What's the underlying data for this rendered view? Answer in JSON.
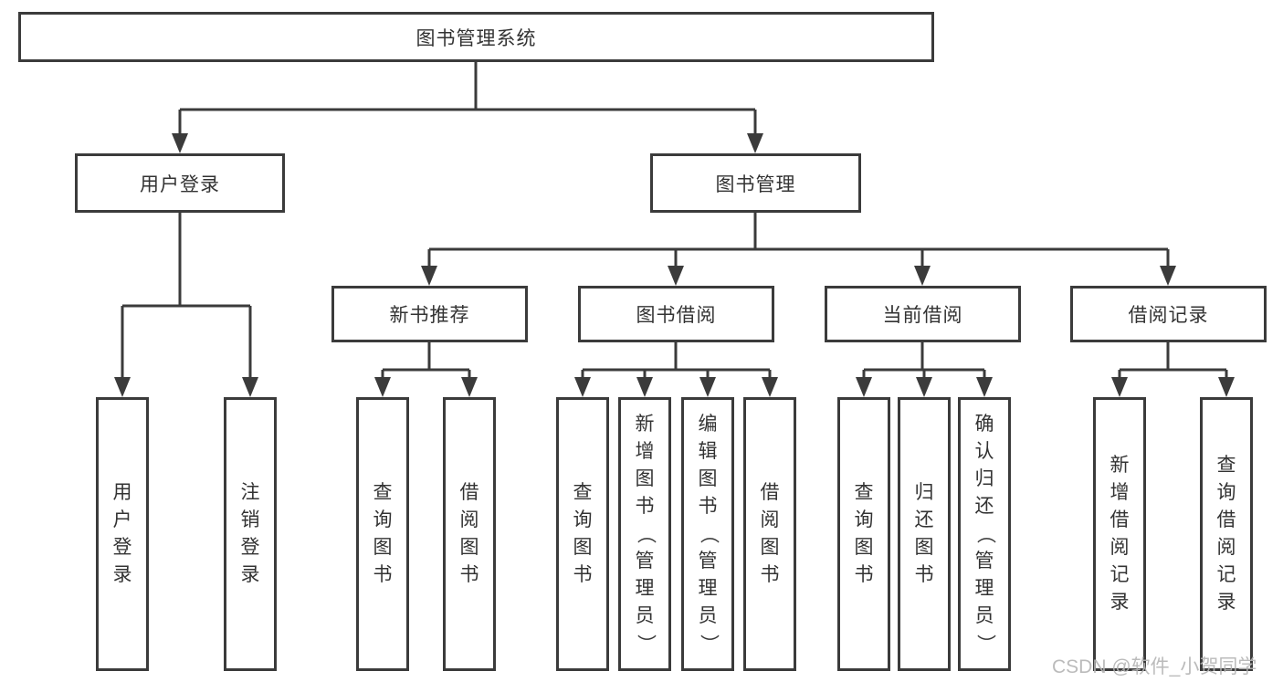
{
  "diagram": {
    "root": {
      "label": "图书管理系统"
    },
    "branches": [
      {
        "label": "用户登录",
        "children": [
          {
            "label": "用户登录"
          },
          {
            "label": "注销登录"
          }
        ]
      },
      {
        "label": "图书管理",
        "groups": [
          {
            "label": "新书推荐",
            "children": [
              {
                "label": "查询图书"
              },
              {
                "label": "借阅图书"
              }
            ]
          },
          {
            "label": "图书借阅",
            "children": [
              {
                "label": "查询图书"
              },
              {
                "label": "新增图书（管理员）"
              },
              {
                "label": "编辑图书（管理员）"
              },
              {
                "label": "借阅图书"
              }
            ]
          },
          {
            "label": "当前借阅",
            "children": [
              {
                "label": "查询图书"
              },
              {
                "label": "归还图书"
              },
              {
                "label": "确认归还（管理员）"
              }
            ]
          },
          {
            "label": "借阅记录",
            "children": [
              {
                "label": "新增借阅记录"
              },
              {
                "label": "查询借阅记录"
              }
            ]
          }
        ]
      }
    ]
  },
  "watermark": {
    "text": "CSDN @软件_小贺同学"
  },
  "colors": {
    "line": "#3b3b3b",
    "text": "#333333",
    "watermark": "#b4b4b4",
    "background": "#ffffff"
  }
}
